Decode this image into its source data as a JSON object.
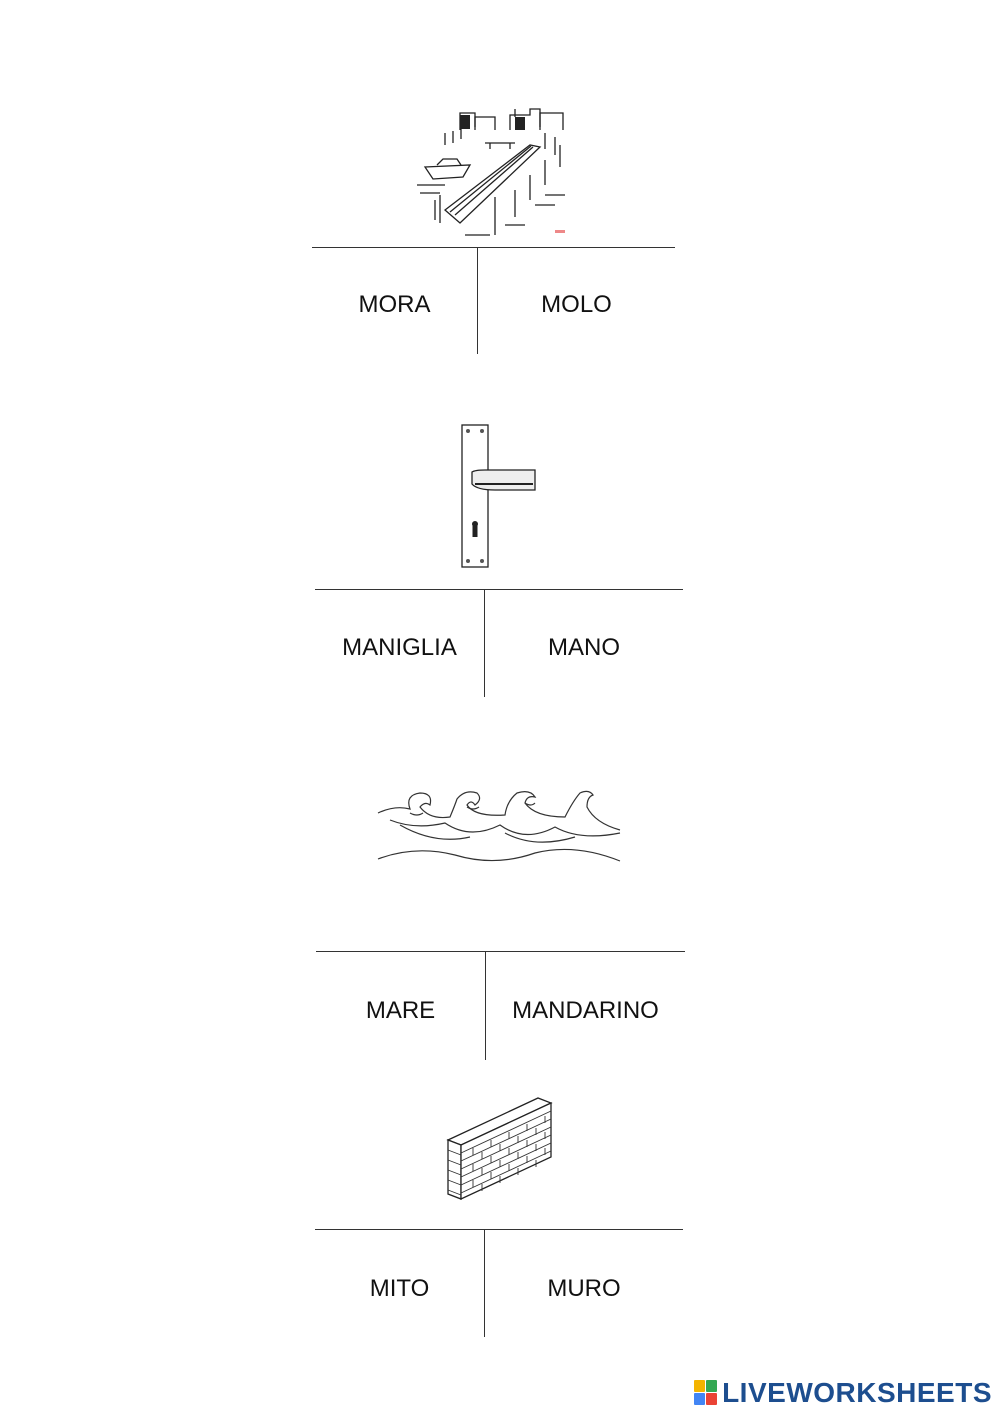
{
  "items": [
    {
      "picture": "pier-icon",
      "options": [
        "MORA",
        "MOLO"
      ]
    },
    {
      "picture": "door-handle-icon",
      "options": [
        "MANIGLIA",
        "MANO"
      ]
    },
    {
      "picture": "sea-waves-icon",
      "options": [
        "MARE",
        "MANDARINO"
      ]
    },
    {
      "picture": "brick-wall-icon",
      "options": [
        "MITO",
        "MURO"
      ]
    }
  ],
  "footer": {
    "brand_name": "LIVEWORKSHEETS",
    "logo_icon": "liveworksheets-logo-icon",
    "brand_color": "#1d4e8f"
  }
}
